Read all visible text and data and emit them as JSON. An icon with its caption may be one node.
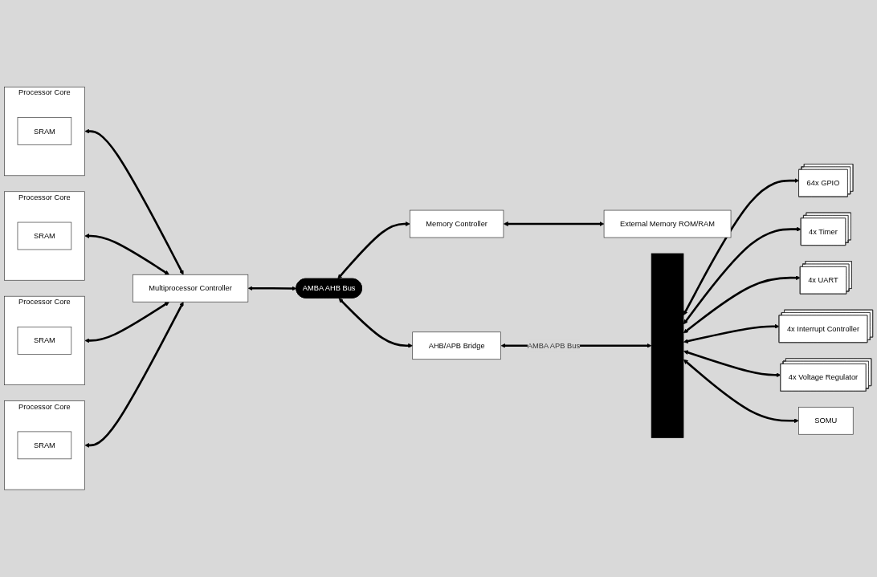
{
  "diagram": {
    "nodes": [
      {
        "text": [
          "Processor Core"
        ]
      },
      {
        "text": [
          "SRAM"
        ],
        "in": 0
      },
      {
        "text": [
          "Processor Core"
        ]
      },
      {
        "text": [
          "SRAM"
        ],
        "in": 2
      },
      {
        "text": [
          "Processor Core"
        ]
      },
      {
        "text": [
          "SRAM"
        ],
        "in": 4
      },
      {
        "text": [
          "Processor Core"
        ]
      },
      {
        "text": [
          "SRAM"
        ],
        "in": 6
      },
      {
        "text": [
          "Multiprocessor Controller"
        ]
      },
      {
        "text": [
          "AMBA AHB Bus"
        ]
      },
      {
        "text": [
          "Memory Controller"
        ]
      },
      {
        "text": [
          "AHB/APB Bridge"
        ]
      },
      {
        "text": [
          "External Memory ROM/RAM"
        ]
      },
      {
        "text": [],
        "shape": "bar"
      },
      {
        "text": [
          "64x GPIO"
        ]
      },
      {
        "text": [
          "4x Timer"
        ]
      },
      {
        "text": [
          "4x UART"
        ]
      },
      {
        "text": [
          "4x Interrupt Controller"
        ]
      },
      {
        "text": [
          "4x Voltage Regulator"
        ]
      },
      {
        "text": [
          "SOMU"
        ]
      }
    ],
    "edges": [
      {
        "from": 0,
        "to": 8,
        "arrow": "both"
      },
      {
        "from": 2,
        "to": 8,
        "arrow": "both"
      },
      {
        "from": 4,
        "to": 8,
        "arrow": "both"
      },
      {
        "from": 6,
        "to": 8,
        "arrow": "both"
      },
      {
        "from": 8,
        "to": 9,
        "arrow": "both"
      },
      {
        "from": 9,
        "to": 10,
        "arrow": "both"
      },
      {
        "from": 9,
        "to": 11,
        "arrow": "both"
      },
      {
        "from": 10,
        "to": 12,
        "arrow": "both"
      },
      {
        "from": 11,
        "to": 13,
        "label": "AMBA APB Bus",
        "arrow": "both"
      },
      {
        "from": 13,
        "to": 14,
        "arrow": "both"
      },
      {
        "from": 13,
        "to": 15,
        "arrow": "both"
      },
      {
        "from": 13,
        "to": 16,
        "arrow": "both"
      },
      {
        "from": 13,
        "to": 17,
        "arrow": "both"
      },
      {
        "from": 13,
        "to": 18,
        "arrow": "both"
      },
      {
        "from": 13,
        "to": 19,
        "arrow": "both"
      }
    ]
  }
}
